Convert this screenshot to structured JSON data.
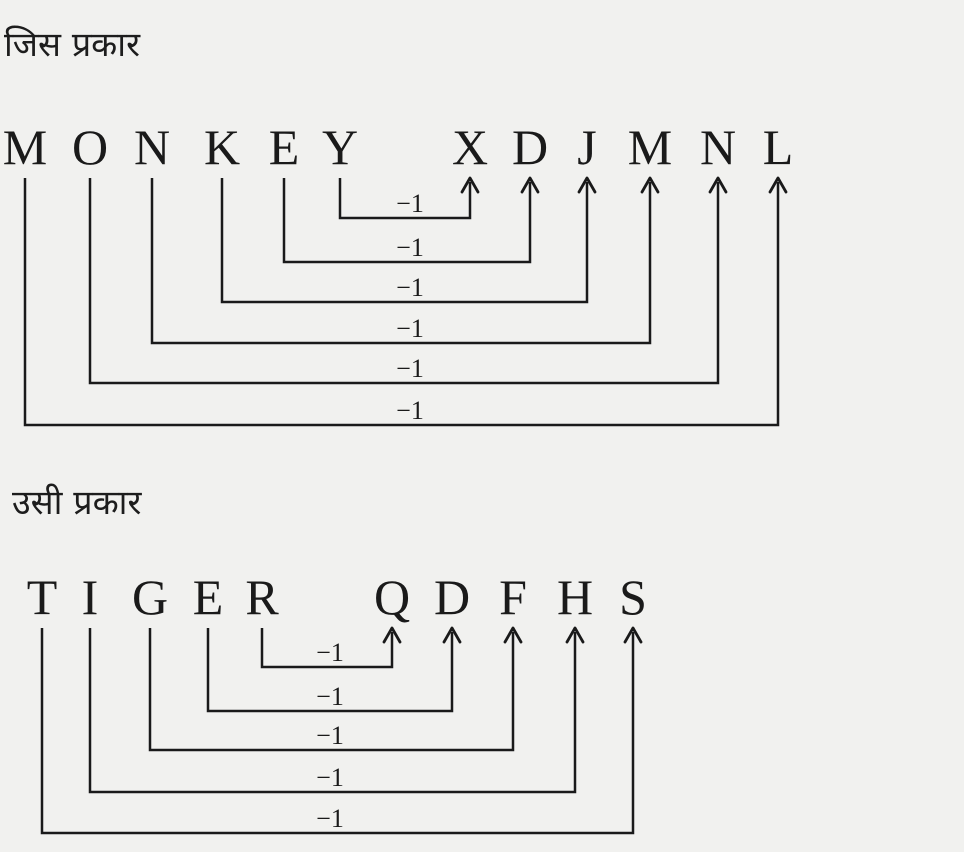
{
  "headings": [
    "जिस प्रकार",
    "उसी प्रकार"
  ],
  "examples": [
    {
      "word": [
        "M",
        "O",
        "N",
        "K",
        "E",
        "Y"
      ],
      "code": [
        "X",
        "D",
        "J",
        "M",
        "N",
        "L"
      ],
      "pairs": [
        [
          5,
          0
        ],
        [
          4,
          1
        ],
        [
          3,
          2
        ],
        [
          2,
          3
        ],
        [
          1,
          4
        ],
        [
          0,
          5
        ]
      ],
      "labels": [
        "−1",
        "−1",
        "−1",
        "−1",
        "−1",
        "−1"
      ]
    },
    {
      "word": [
        "T",
        "I",
        "G",
        "E",
        "R"
      ],
      "code": [
        "Q",
        "D",
        "F",
        "H",
        "S"
      ],
      "pairs": [
        [
          4,
          0
        ],
        [
          3,
          1
        ],
        [
          2,
          2
        ],
        [
          1,
          3
        ],
        [
          0,
          4
        ]
      ],
      "labels": [
        "−1",
        "−1",
        "−1",
        "−1",
        "−1"
      ]
    }
  ],
  "colors": {
    "ink": "#1a1a1a",
    "paper": "#f1f1ef"
  }
}
